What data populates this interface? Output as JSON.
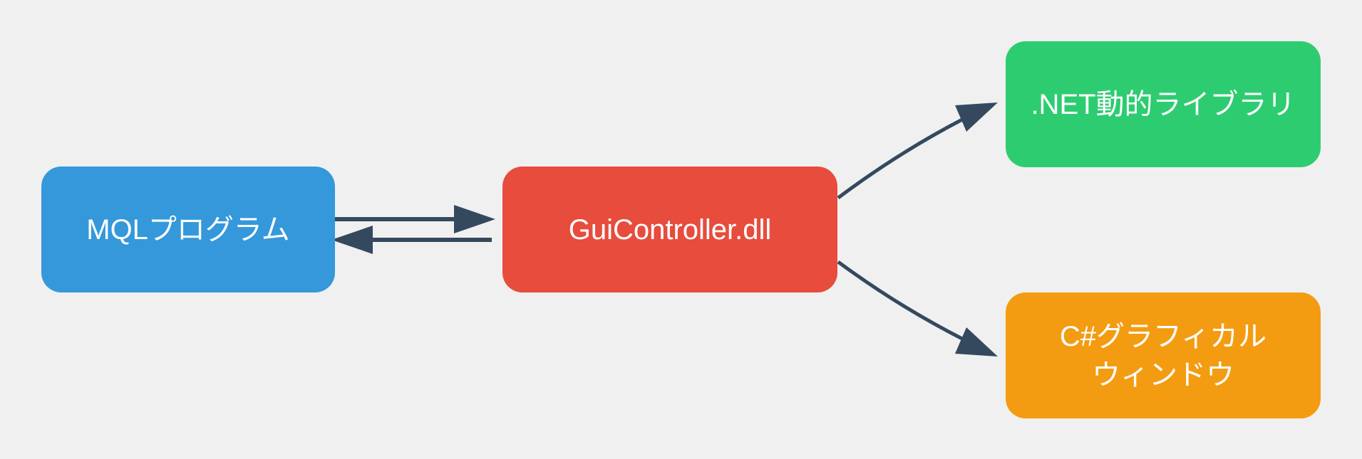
{
  "diagram": {
    "background": "#f0f0f0",
    "edge_color": "#34495e",
    "nodes": [
      {
        "id": "mql",
        "label": "MQLプログラム",
        "color": "#3498db"
      },
      {
        "id": "gui",
        "label": "GuiController.dll",
        "color": "#e74c3c"
      },
      {
        "id": "net",
        "label": ".NET動的ライブラリ",
        "color": "#2ecc71"
      },
      {
        "id": "win",
        "label": "C#グラフィカル\nウィンドウ",
        "color": "#f39c12"
      }
    ],
    "edges": [
      {
        "from": "mql",
        "to": "gui",
        "style": "straight"
      },
      {
        "from": "gui",
        "to": "mql",
        "style": "straight"
      },
      {
        "from": "gui",
        "to": "net",
        "style": "curved"
      },
      {
        "from": "gui",
        "to": "win",
        "style": "curved"
      }
    ]
  }
}
